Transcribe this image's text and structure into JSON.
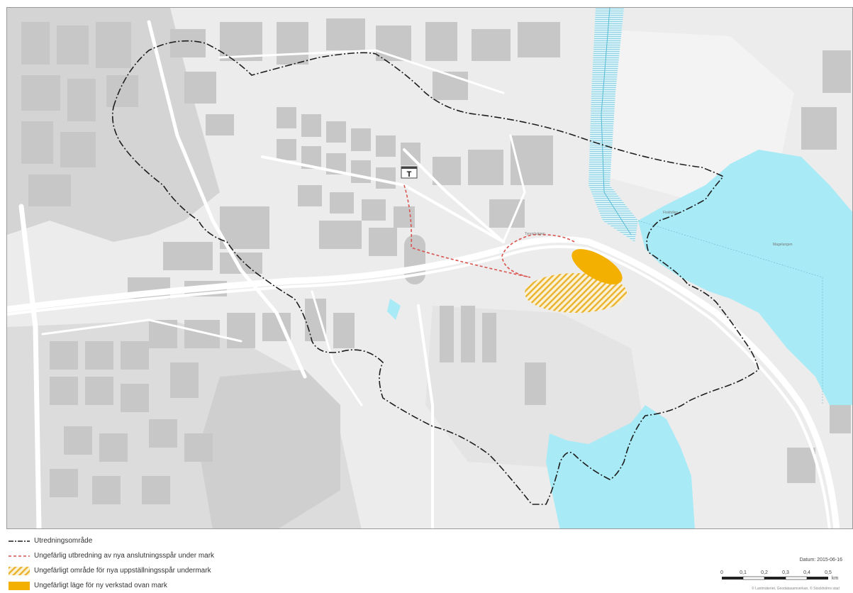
{
  "map": {
    "station_symbol": "T",
    "lake_label_east": "Magelungen",
    "lake_label_east_small": "Fiskfullen",
    "road_label_main": "Tyresövägen",
    "colors": {
      "water": "#a8eaf6",
      "land": "#ececec",
      "buildings": "#c7c7c7",
      "roads": "#ffffff",
      "boundary": "#1e1e1e",
      "tunnel": "#d9534f",
      "hatch": "#eab32c",
      "depot": "#f4b000"
    }
  },
  "legend": {
    "items": [
      {
        "label": "Utredningsområde",
        "symbol": "dash-dot-line-icon"
      },
      {
        "label": "Ungefärlig utbredning av nya anslutningsspår under mark",
        "symbol": "red-dashed-line-icon"
      },
      {
        "label": "Ungefärligt område för nya uppställningsspår undermark",
        "symbol": "yellow-hatched-area-icon"
      },
      {
        "label": "Ungefärligt läge för ny verkstad ovan mark",
        "symbol": "orange-fill-icon"
      }
    ]
  },
  "scale": {
    "date": "Datum: 2015-06-16",
    "ticks": [
      "0",
      "0,1",
      "0,2",
      "0,3",
      "0,4",
      "0,5"
    ],
    "unit": "km",
    "copyright": "© Lantmäteriet, Geodatasamverkan, © Stockholms stad"
  }
}
